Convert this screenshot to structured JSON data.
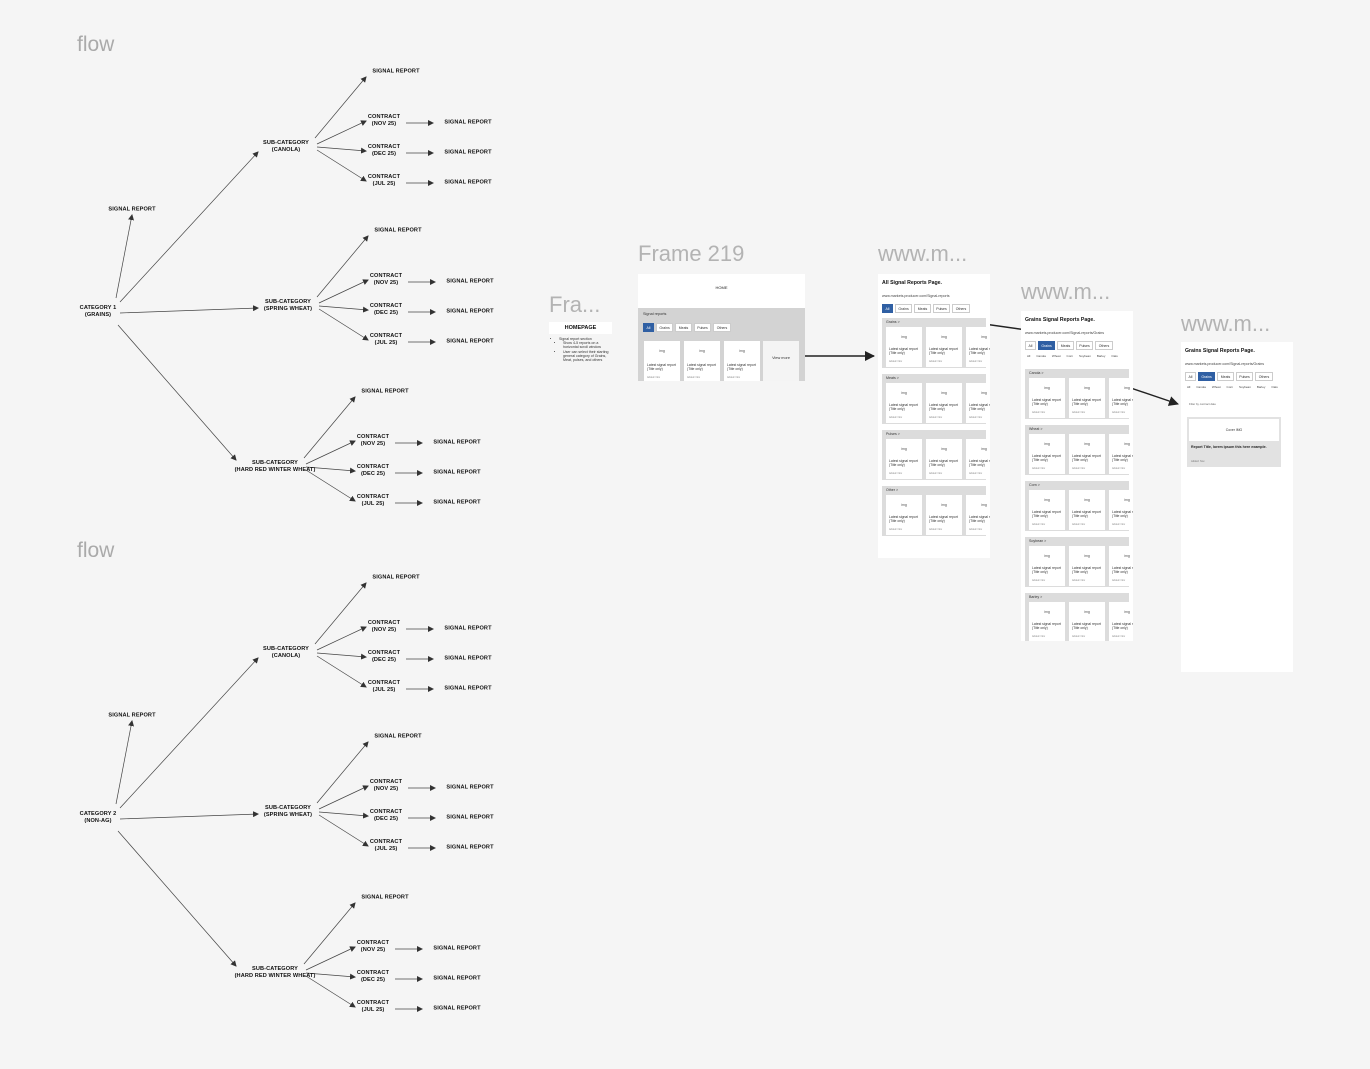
{
  "flows": [
    {
      "title": "flow",
      "category": "CATEGORY 1\n(GRAINS)",
      "category_report": "SIGNAL REPORT",
      "subcategories": [
        {
          "name": "SUB-CATEGORY\n(CANOLA)",
          "report": "SIGNAL REPORT",
          "contracts": [
            {
              "name": "CONTRACT\n(NOV 25)",
              "report": "SIGNAL REPORT"
            },
            {
              "name": "CONTRACT\n(DEC 25)",
              "report": "SIGNAL REPORT"
            },
            {
              "name": "CONTRACT\n(JUL 25)",
              "report": "SIGNAL REPORT"
            }
          ]
        },
        {
          "name": "SUB-CATEGORY\n(SPRING WHEAT)",
          "report": "SIGNAL REPORT",
          "contracts": [
            {
              "name": "CONTRACT\n(NOV 25)",
              "report": "SIGNAL REPORT"
            },
            {
              "name": "CONTRACT\n(DEC 25)",
              "report": "SIGNAL REPORT"
            },
            {
              "name": "CONTRACT\n(JUL 25)",
              "report": "SIGNAL REPORT"
            }
          ]
        },
        {
          "name": "SUB-CATEGORY\n(HARD RED WINTER WHEAT)",
          "report": "SIGNAL REPORT",
          "contracts": [
            {
              "name": "CONTRACT\n(NOV 25)",
              "report": "SIGNAL REPORT"
            },
            {
              "name": "CONTRACT\n(DEC 25)",
              "report": "SIGNAL REPORT"
            },
            {
              "name": "CONTRACT\n(JUL 25)",
              "report": "SIGNAL REPORT"
            }
          ]
        }
      ]
    },
    {
      "title": "flow",
      "category": "CATEGORY 2\n(NON-AG)",
      "category_report": "SIGNAL REPORT",
      "subcategories": [
        {
          "name": "SUB-CATEGORY\n(CANOLA)",
          "report": "SIGNAL REPORT",
          "contracts": [
            {
              "name": "CONTRACT\n(NOV 25)",
              "report": "SIGNAL REPORT"
            },
            {
              "name": "CONTRACT\n(DEC 25)",
              "report": "SIGNAL REPORT"
            },
            {
              "name": "CONTRACT\n(JUL 25)",
              "report": "SIGNAL REPORT"
            }
          ]
        },
        {
          "name": "SUB-CATEGORY\n(SPRING WHEAT)",
          "report": "SIGNAL REPORT",
          "contracts": [
            {
              "name": "CONTRACT\n(NOV 25)",
              "report": "SIGNAL REPORT"
            },
            {
              "name": "CONTRACT\n(DEC 25)",
              "report": "SIGNAL REPORT"
            },
            {
              "name": "CONTRACT\n(JUL 25)",
              "report": "SIGNAL REPORT"
            }
          ]
        },
        {
          "name": "SUB-CATEGORY\n(HARD RED WINTER WHEAT)",
          "report": "SIGNAL REPORT",
          "contracts": [
            {
              "name": "CONTRACT\n(NOV 25)",
              "report": "SIGNAL REPORT"
            },
            {
              "name": "CONTRACT\n(DEC 25)",
              "report": "SIGNAL REPORT"
            },
            {
              "name": "CONTRACT\n(JUL 25)",
              "report": "SIGNAL REPORT"
            }
          ]
        }
      ]
    }
  ],
  "frames": {
    "fra": {
      "title": "Fra...",
      "heading": "HOMEPAGE",
      "bullets": [
        "Signal report section",
        "Show 4-5 reports on a horizontal scroll window",
        "User can select their starting general category of Grains, Meat, pulses, and others"
      ]
    },
    "frame219": {
      "title": "Frame 219",
      "header": "HOME",
      "section_label": "Signal reports",
      "tabs": [
        "All",
        "Grains",
        "Meats",
        "Pulses",
        "Others"
      ],
      "card_img": "img",
      "card_title": "Latest signal report (Title only)",
      "card_date": "Added: Nov",
      "view_more": "View more"
    },
    "all_reports": {
      "title": "www.m...",
      "page_title": "All Signal Reports Page.",
      "url": "www.markets.producer.com/Signal-reports",
      "tabs": [
        "All",
        "Grains",
        "Meats",
        "Pulses",
        "Others"
      ],
      "sections": [
        "Grains  >",
        "Meats  >",
        "Pulses  >",
        "Other  >"
      ],
      "card_img": "img",
      "card_title": "Latest signal report (Title only)",
      "card_date": "Added: Nov"
    },
    "grains_reports": {
      "title": "www.m...",
      "page_title": "Grains Signal Reports Page.",
      "url": "www.markets.producer.com/Signal-reports/Grains",
      "tabs": [
        "All",
        "Grains",
        "Meats",
        "Pulses",
        "Others"
      ],
      "subtabs": [
        "All",
        "Canola",
        "Wheat",
        "Corn",
        "Soybean",
        "Barley",
        "Oats"
      ],
      "sections": [
        "Canola  >",
        "Wheat  >",
        "Corn  >",
        "Soybean  >",
        "Barley  >"
      ],
      "card_img": "img",
      "card_title": "Latest signal report (Title only)",
      "card_date": "Added: Nov"
    },
    "grains_filtered": {
      "title": "www.m...",
      "page_title": "Grains Signal Reports Page.",
      "url": "www.markets.producer.com/Signal-reports/Grains",
      "tabs": [
        "All",
        "Grains",
        "Meats",
        "Pulses",
        "Others"
      ],
      "subtabs": [
        "All",
        "Canola",
        "Wheat",
        "Corn",
        "Soybean",
        "Barley",
        "Oats"
      ],
      "note": "Filter by contract date",
      "card_img": "Cover IMG",
      "card_title": "Report Title, lorem ipsum this here example.",
      "card_date": "Added: Nov"
    }
  }
}
